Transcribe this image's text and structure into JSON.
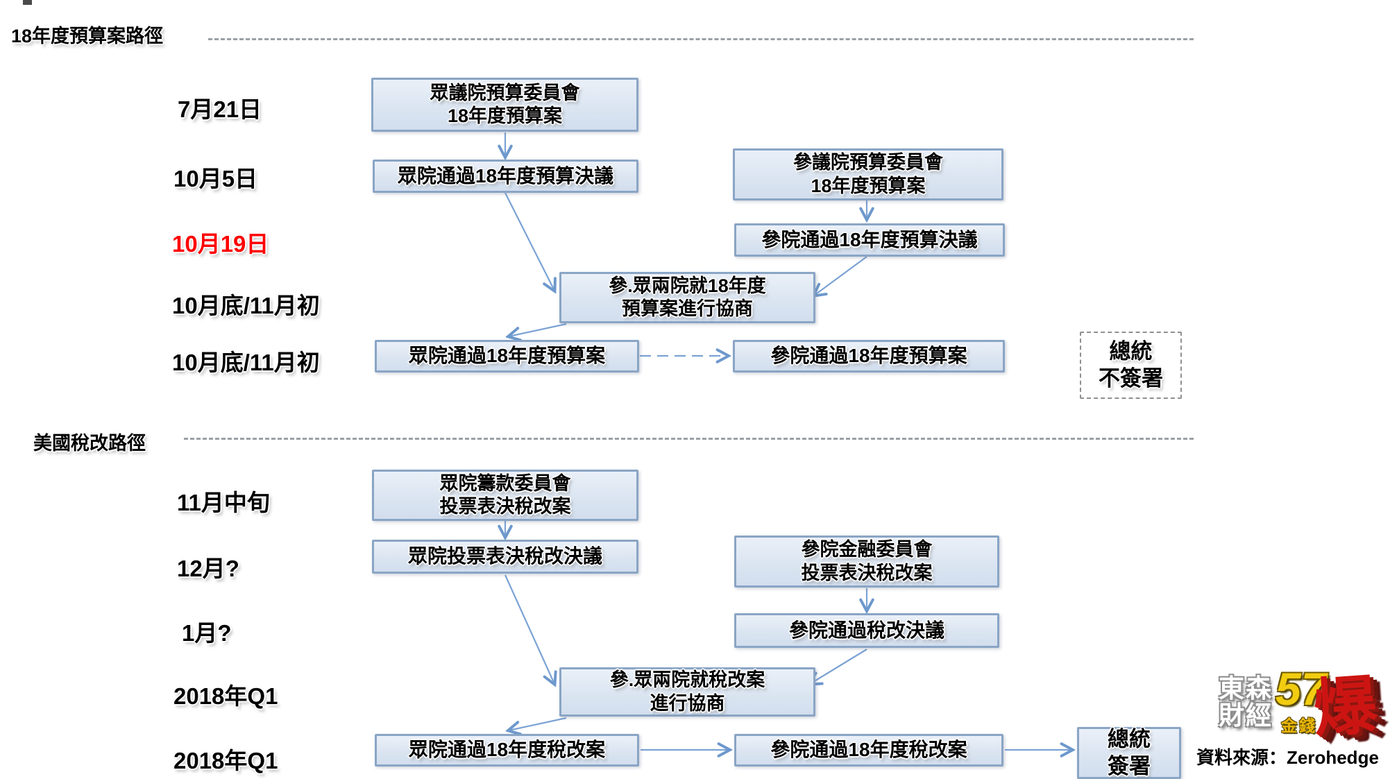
{
  "budget_section": {
    "title": "18年度預算案路徑",
    "dates": [
      "7月21日",
      "10月5日",
      "10月19日",
      "10月底/11月初",
      "10月底/11月初"
    ],
    "boxes": {
      "house_committee": "眾議院預算委員會\n18年度預算案",
      "house_resolution": "眾院通過18年度預算決議",
      "senate_committee": "參議院預算委員會\n18年度預算案",
      "senate_resolution": "參院通過18年度預算決議",
      "conference": "參.眾兩院就18年度\n預算案進行協商",
      "house_pass": "眾院通過18年度預算案",
      "senate_pass": "參院通過18年度預算案",
      "president": "總統\n不簽署"
    }
  },
  "tax_section": {
    "title": "美國稅改路徑",
    "dates": [
      "11月中旬",
      "12月?",
      "1月?",
      "2018年Q1",
      "2018年Q1"
    ],
    "boxes": {
      "house_committee": "眾院籌款委員會\n投票表決稅改案",
      "house_resolution": "眾院投票表決稅改決議",
      "senate_committee": "參院金融委員會\n投票表決稅改案",
      "senate_resolution": "參院通過稅改決議",
      "conference": "參.眾兩院就稅改案\n進行協商",
      "house_pass": "眾院通過18年度稅改案",
      "senate_pass": "參院通過18年度稅改案",
      "president": "總統\n簽署"
    }
  },
  "footer": {
    "logo": {
      "brand_top": "東森",
      "brand_bottom": "財經",
      "number": "57",
      "sub_label": "金錢",
      "burst": "爆"
    },
    "source": "資料來源：Zerohedge"
  },
  "colors": {
    "box_fill": "#dbe5f1",
    "box_border": "#8aa5c5",
    "arrow": "#7ba2d4",
    "highlight_date": "#ff0000",
    "logo_yellow": "#f2cc11",
    "logo_red": "#cc1512"
  }
}
